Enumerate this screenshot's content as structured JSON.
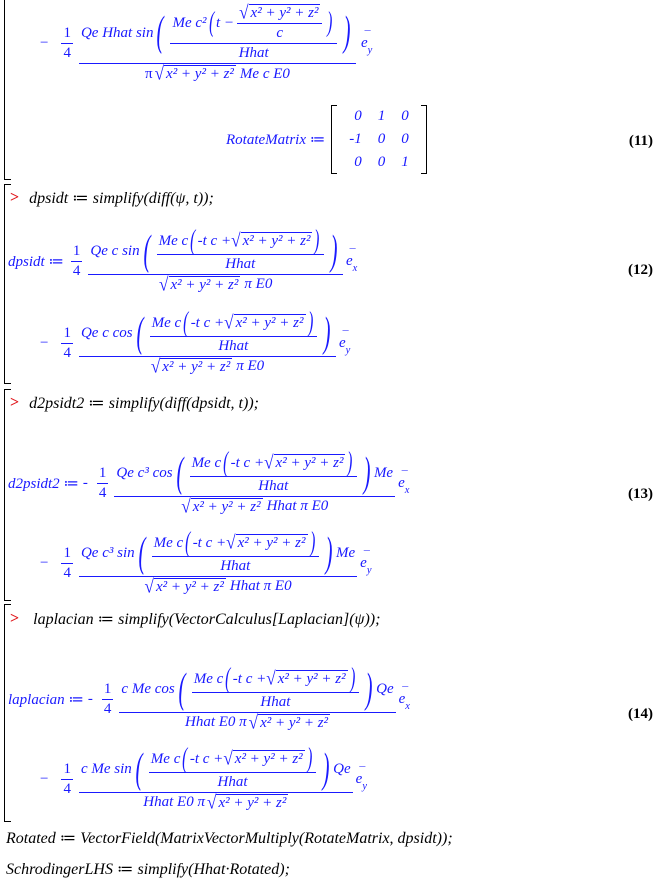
{
  "prompt_symbol": ">",
  "equation_numbers": {
    "eq11": "(11)",
    "eq12": "(12)",
    "eq13": "(13)",
    "eq14": "(14)"
  },
  "commands": {
    "dpsidt": "dpsidt ≔ simplify(diff(ψ, t));",
    "d2psidt2": "d2psidt2 ≔ simplify(diff(dpsidt, t));",
    "laplacian": "laplacian ≔ simplify(VectorCalculus[Laplacian](ψ));",
    "rotated": "Rotated ≔ VectorField(MatrixVectorMultiply(RotateMatrix, dpsidt));",
    "schrodinger": "SchrodingerLHS ≔ simplify(Hhat·Rotated);"
  },
  "outputs": {
    "top_term": {
      "sign": "−",
      "coef": "1/4",
      "num": "Qe Hhat sin",
      "inner_num": "Me c²",
      "inner_t": "t −",
      "inner_sqrt": "x² + y² + z²",
      "inner_c": "c",
      "inner_den": "Hhat",
      "den_pi": "π",
      "den_sqrt": "x² + y² + z²",
      "den_tail": "Me c E0",
      "unit": "e_y"
    },
    "rotate_matrix": {
      "label": "RotateMatrix ≔",
      "rows": [
        [
          "0",
          "1",
          "0"
        ],
        [
          "-1",
          "0",
          "0"
        ],
        [
          "0",
          "0",
          "1"
        ]
      ]
    },
    "dpsidt": {
      "label": "dpsidt ≔",
      "coef": "1/4",
      "num1": "Qe c sin",
      "num2": "Qe c cos",
      "inner_num": "Me c",
      "inner_paren": "-t c +",
      "inner_sqrt": "x² + y² + z²",
      "inner_den": "Hhat",
      "den_sqrt": "x² + y² + z²",
      "den_tail": "π E0",
      "unit1": "e_x",
      "unit2": "e_y",
      "sign2": "−"
    },
    "d2psidt2": {
      "label": "d2psidt2 ≔",
      "sign1": "-",
      "coef": "1/4",
      "num1": "Qe c³ cos",
      "num2": "Qe c³ sin",
      "inner_num": "Me c",
      "inner_paren": "-t c +",
      "inner_sqrt": "x² + y² + z²",
      "inner_den": "Hhat",
      "me": "Me",
      "den_sqrt": "x² + y² + z²",
      "den_tail": "Hhat π E0",
      "unit1": "e_x",
      "unit2": "e_y",
      "sign2": "−"
    },
    "laplacian": {
      "label": "laplacian ≔",
      "sign1": "-",
      "coef": "1/4",
      "num1": "c Me cos",
      "num2": "c Me sin",
      "inner_num": "Me c",
      "inner_paren": "-t c +",
      "inner_sqrt": "x² + y² + z²",
      "inner_den": "Hhat",
      "qe": "Qe",
      "den_head": "Hhat E0 π",
      "den_sqrt": "x² + y² + z²",
      "unit1": "e_x",
      "unit2": "e_y",
      "sign2": "−"
    }
  }
}
